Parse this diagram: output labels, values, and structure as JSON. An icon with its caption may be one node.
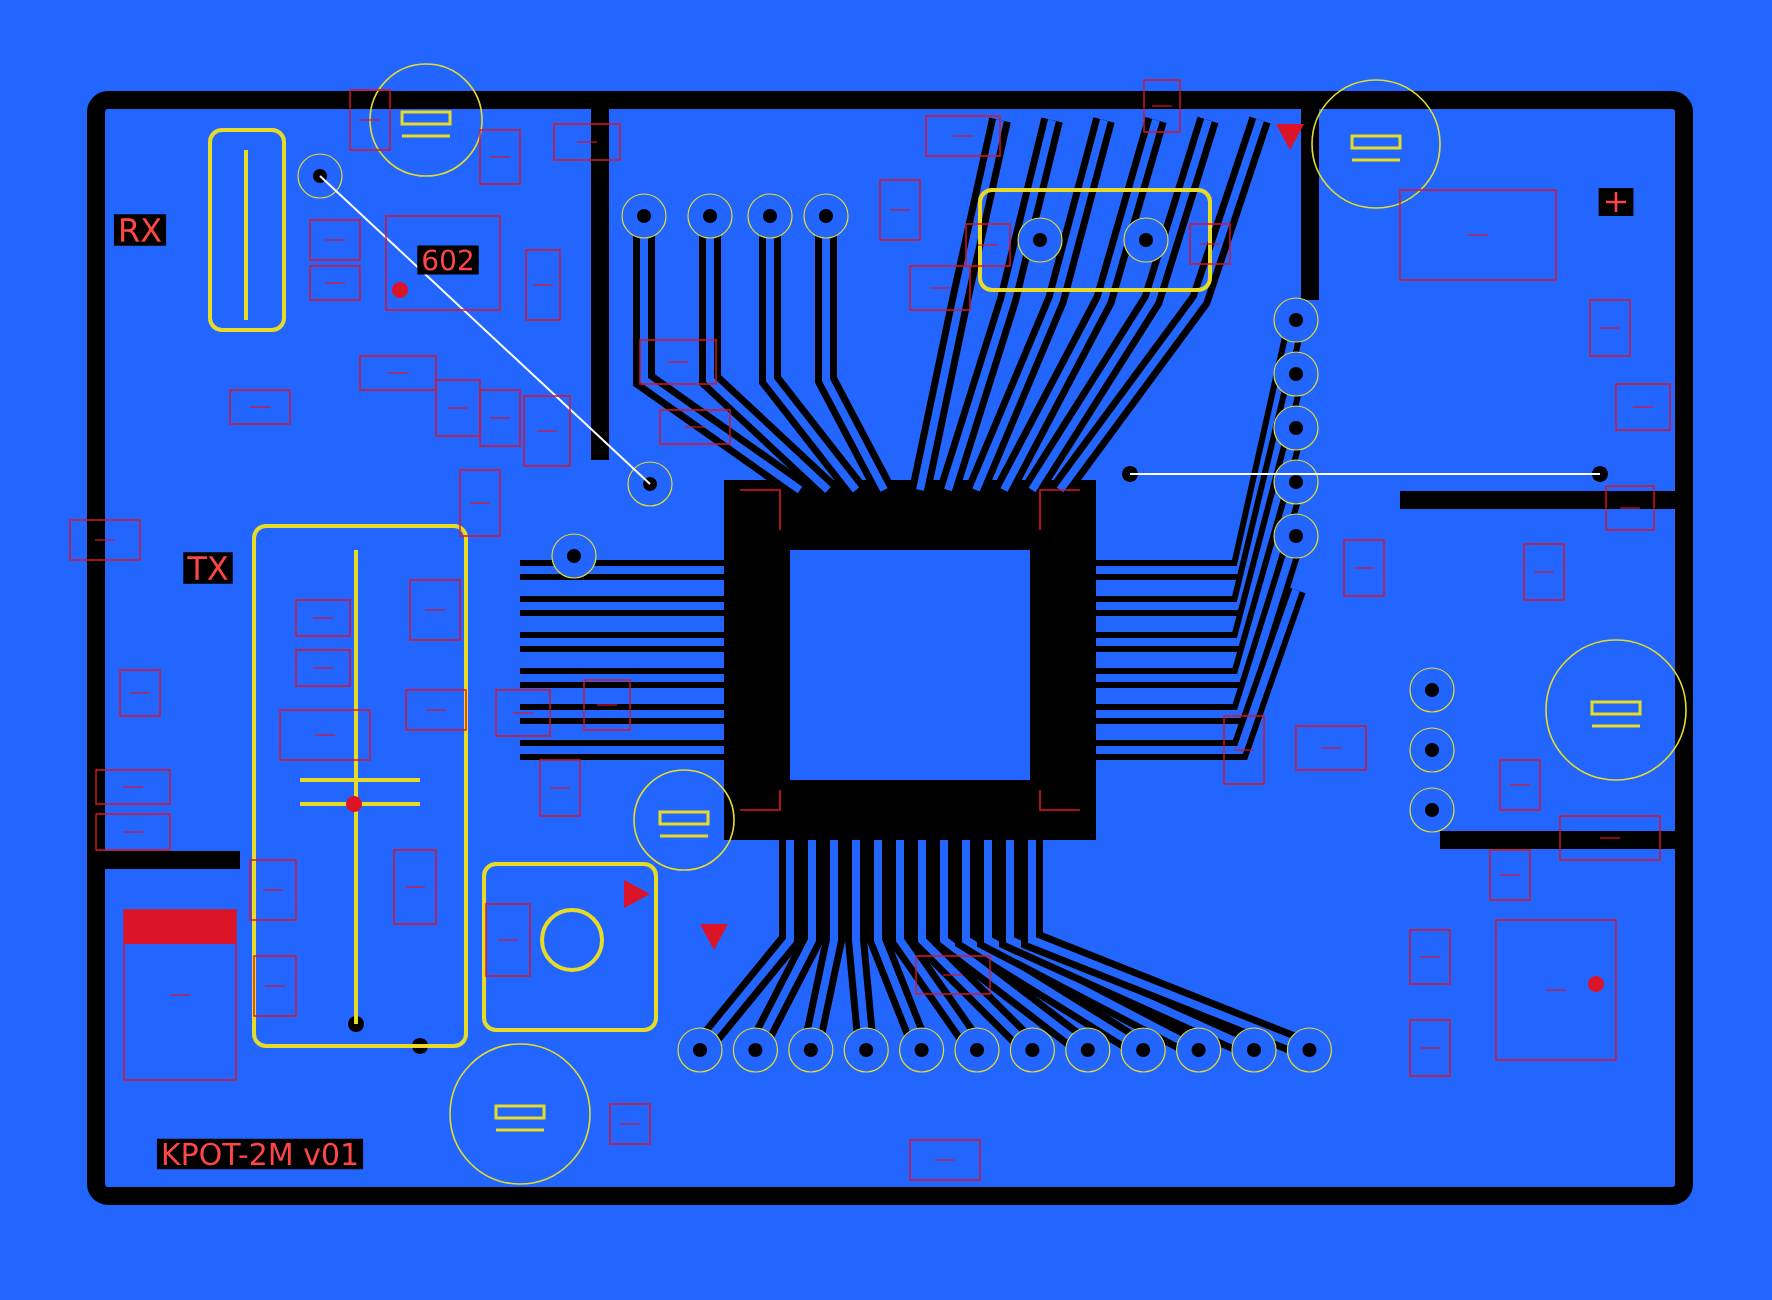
{
  "diagram": {
    "labels": [
      "RX",
      "602",
      "+",
      "TX",
      "KPOT-2M v01"
    ]
  }
}
